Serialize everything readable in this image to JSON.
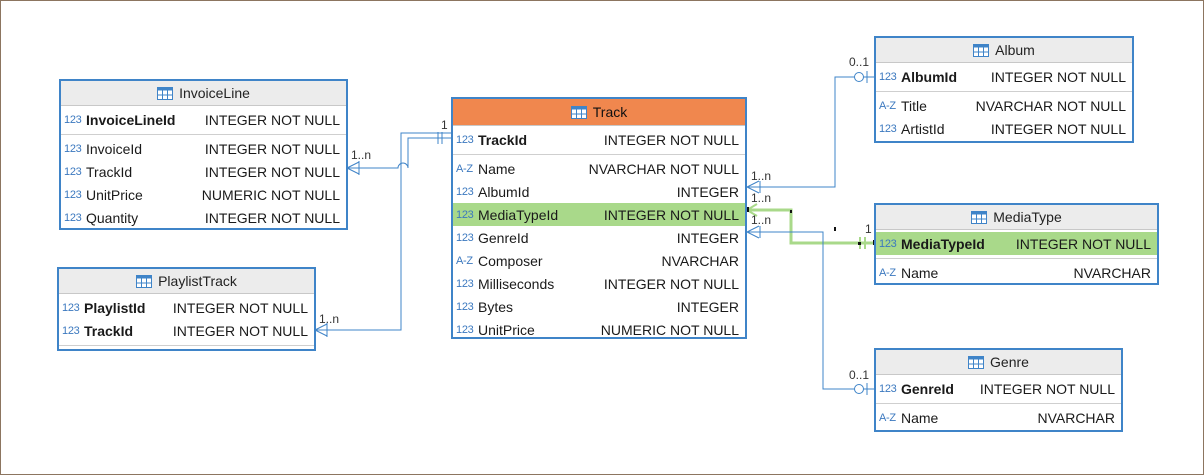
{
  "colors": {
    "border": "#3f84c8",
    "selected_header": "#f0874e",
    "highlight": "#a9d98a",
    "link": "#3f84c8",
    "highlight_link": "#a9d98a"
  },
  "icons": {
    "numeric": "123",
    "text": "A-Z",
    "table": "table-icon"
  },
  "entities": {
    "invoiceline": {
      "name": "InvoiceLine",
      "pk": [
        {
          "icon": "123",
          "name": "InvoiceLineId",
          "type": "INTEGER NOT NULL"
        }
      ],
      "cols": [
        {
          "icon": "123",
          "name": "InvoiceId",
          "type": "INTEGER NOT NULL"
        },
        {
          "icon": "123",
          "name": "TrackId",
          "type": "INTEGER NOT NULL"
        },
        {
          "icon": "123",
          "name": "UnitPrice",
          "type": "NUMERIC NOT NULL"
        },
        {
          "icon": "123",
          "name": "Quantity",
          "type": "INTEGER NOT NULL"
        }
      ]
    },
    "playlisttrack": {
      "name": "PlaylistTrack",
      "pk": [
        {
          "icon": "123",
          "name": "PlaylistId",
          "type": "INTEGER NOT NULL"
        },
        {
          "icon": "123",
          "name": "TrackId",
          "type": "INTEGER NOT NULL"
        }
      ],
      "cols": []
    },
    "track": {
      "name": "Track",
      "pk": [
        {
          "icon": "123",
          "name": "TrackId",
          "type": "INTEGER NOT NULL"
        }
      ],
      "cols": [
        {
          "icon": "A-Z",
          "name": "Name",
          "type": "NVARCHAR NOT NULL"
        },
        {
          "icon": "123",
          "name": "AlbumId",
          "type": "INTEGER"
        },
        {
          "icon": "123",
          "name": "MediaTypeId",
          "type": "INTEGER NOT NULL",
          "highlight": true
        },
        {
          "icon": "123",
          "name": "GenreId",
          "type": "INTEGER"
        },
        {
          "icon": "A-Z",
          "name": "Composer",
          "type": "NVARCHAR"
        },
        {
          "icon": "123",
          "name": "Milliseconds",
          "type": "INTEGER NOT NULL"
        },
        {
          "icon": "123",
          "name": "Bytes",
          "type": "INTEGER"
        },
        {
          "icon": "123",
          "name": "UnitPrice",
          "type": "NUMERIC NOT NULL"
        }
      ]
    },
    "album": {
      "name": "Album",
      "pk": [
        {
          "icon": "123",
          "name": "AlbumId",
          "type": "INTEGER NOT NULL"
        }
      ],
      "cols": [
        {
          "icon": "A-Z",
          "name": "Title",
          "type": "NVARCHAR NOT NULL"
        },
        {
          "icon": "123",
          "name": "ArtistId",
          "type": "INTEGER NOT NULL"
        }
      ]
    },
    "mediatype": {
      "name": "MediaType",
      "pk": [
        {
          "icon": "123",
          "name": "MediaTypeId",
          "type": "INTEGER NOT NULL",
          "highlight": true
        }
      ],
      "cols": [
        {
          "icon": "A-Z",
          "name": "Name",
          "type": "NVARCHAR"
        }
      ]
    },
    "genre": {
      "name": "Genre",
      "pk": [
        {
          "icon": "123",
          "name": "GenreId",
          "type": "INTEGER NOT NULL"
        }
      ],
      "cols": [
        {
          "icon": "A-Z",
          "name": "Name",
          "type": "NVARCHAR"
        }
      ]
    }
  },
  "cardinalities": {
    "invoiceline_many": "1..n",
    "playlisttrack_many": "1..n",
    "track_one": "1",
    "album_many": "1..n",
    "album_opt": "0..1",
    "mediatype_many": "1..n",
    "mediatype_one": "1",
    "genre_many": "1..n",
    "genre_opt": "0..1"
  }
}
